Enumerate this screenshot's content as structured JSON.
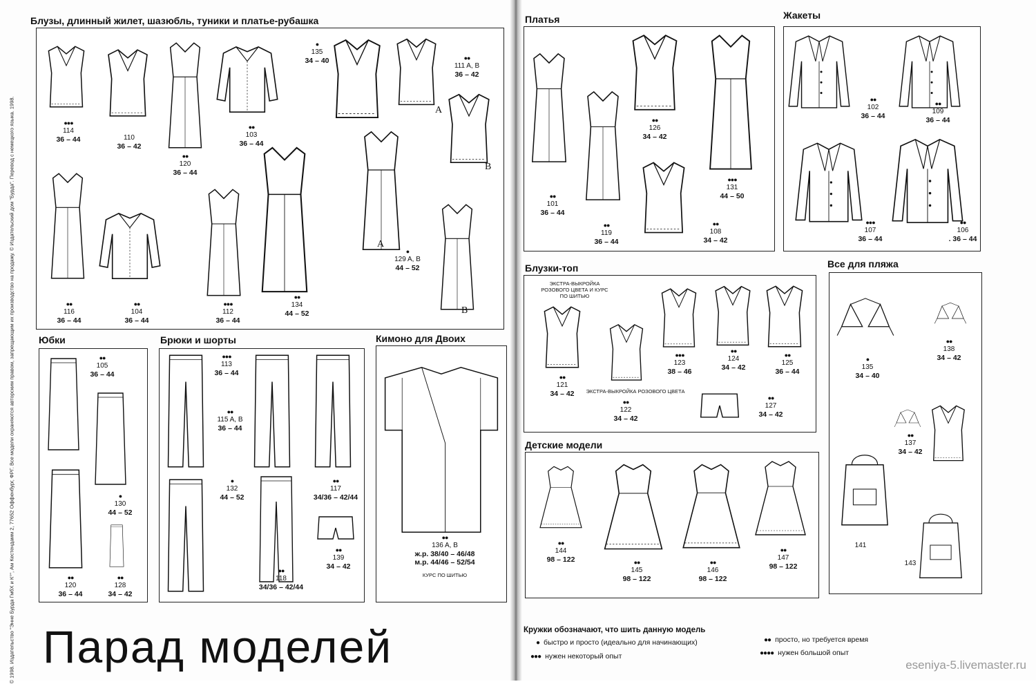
{
  "sections": {
    "blouses": "Блузы, длинный жилет, шазюбль, туники и платье-рубашка",
    "dresses": "Платья",
    "jackets": "Жакеты",
    "skirts": "Юбки",
    "trousers": "Брюки и шорты",
    "kimono": "Кимоно для Двоих",
    "tops": "Блузки-топ",
    "beach": "Все для пляжа",
    "kids": "Детские модели"
  },
  "items": {
    "m114": {
      "dots": "●●●",
      "num": "114",
      "size": "36 – 44"
    },
    "m110": {
      "dots": "",
      "num": "110",
      "size": "36 – 42"
    },
    "m120a": {
      "dots": "●●",
      "num": "120",
      "size": "36 – 44"
    },
    "m103": {
      "dots": "●●",
      "num": "103",
      "size": "36 – 44"
    },
    "m135a": {
      "dots": "●",
      "num": "135",
      "size": "34 – 40"
    },
    "m111": {
      "dots": "●●",
      "num": "111 A, B",
      "size": "36 – 42"
    },
    "m116": {
      "dots": "●●",
      "num": "116",
      "size": "36 – 44"
    },
    "m104": {
      "dots": "●●",
      "num": "104",
      "size": "36 – 44"
    },
    "m112": {
      "dots": "●●●",
      "num": "112",
      "size": "36 – 44"
    },
    "m134": {
      "dots": "●●",
      "num": "134",
      "size": "44 – 52"
    },
    "m129": {
      "dots": "●",
      "num": "129 A, B",
      "size": "44 – 52"
    },
    "m101": {
      "dots": "●●",
      "num": "101",
      "size": "36 – 44"
    },
    "m119": {
      "dots": "●●",
      "num": "119",
      "size": "36 – 44"
    },
    "m126": {
      "dots": "●●",
      "num": "126",
      "size": "34 – 42"
    },
    "m131": {
      "dots": "●●●",
      "num": "131",
      "size": "44 – 50"
    },
    "m108": {
      "dots": "●●",
      "num": "108",
      "size": "34 – 42"
    },
    "m102": {
      "dots": "●●",
      "num": "102",
      "size": "36 – 44"
    },
    "m109": {
      "dots": "●●",
      "num": "109",
      "size": "36 – 44"
    },
    "m107": {
      "dots": "●●●",
      "num": "107",
      "size": "36 – 44"
    },
    "m106": {
      "dots": "●●",
      "num": "106",
      "size": ". 36 – 44"
    },
    "m105": {
      "dots": "●●",
      "num": "105",
      "size": "36 – 44"
    },
    "m130": {
      "dots": "●",
      "num": "130",
      "size": "44 – 52"
    },
    "m120b": {
      "dots": "●●",
      "num": "120",
      "size": "36 – 44"
    },
    "m128": {
      "dots": "●●",
      "num": "128",
      "size": "34 – 42"
    },
    "m113": {
      "dots": "●●●",
      "num": "113",
      "size": "36 – 44"
    },
    "m115": {
      "dots": "●●",
      "num": "115 A, B",
      "size": "36 – 44"
    },
    "m132": {
      "dots": "●",
      "num": "132",
      "size": "44 – 52"
    },
    "m117": {
      "dots": "●●",
      "num": "117",
      "size": "34/36 – 42/44"
    },
    "m118": {
      "dots": "●●",
      "num": "118",
      "size": "34/36 – 42/44"
    },
    "m139": {
      "dots": "●●",
      "num": "139",
      "size": "34 – 42"
    },
    "m136": {
      "dots": "●●",
      "num": "136 A, B",
      "size": "ж.р. 38/40 – 46/48",
      "size2": "м.р. 44/46 – 52/54"
    },
    "m121": {
      "dots": "●●",
      "num": "121",
      "size": "34 – 42"
    },
    "m123": {
      "dots": "●●●",
      "num": "123",
      "size": "38 – 46"
    },
    "m124": {
      "dots": "●●",
      "num": "124",
      "size": "34 – 42"
    },
    "m125": {
      "dots": "●●",
      "num": "125",
      "size": "36 – 44"
    },
    "m122": {
      "dots": "●●",
      "num": "122",
      "size": "34 – 42"
    },
    "m127": {
      "dots": "●●",
      "num": "127",
      "size": "34 – 42"
    },
    "m135b": {
      "dots": "●",
      "num": "135",
      "size": "34 – 40"
    },
    "m138": {
      "dots": "●●",
      "num": "138",
      "size": "34 – 42"
    },
    "m137": {
      "dots": "●●",
      "num": "137",
      "size": "34 – 42"
    },
    "m141": {
      "dots": "",
      "num": "141",
      "size": ""
    },
    "m143": {
      "dots": "",
      "num": "143",
      "size": ""
    },
    "m144": {
      "dots": "●●",
      "num": "144",
      "size": "98 – 122"
    },
    "m145": {
      "dots": "●●",
      "num": "145",
      "size": "98 – 122"
    },
    "m146": {
      "dots": "●●",
      "num": "146",
      "size": "98 – 122"
    },
    "m147": {
      "dots": "●●",
      "num": "147",
      "size": "98 – 122"
    }
  },
  "variants": {
    "a": "A",
    "b": "B"
  },
  "notes": {
    "tops_extra_1": "ЭКСТРА-ВЫКРОЙКА РОЗОВОГО ЦВЕТА И КУРС ПО ШИТЬЮ",
    "tops_extra_2": "ЭКСТРА-ВЫКРОЙКА РОЗОВОГО ЦВЕТА",
    "kimono_course": "КУРС ПО ШИТЬЮ"
  },
  "credit": "© 1998. Издательство \"Энне Бурда ГмбХ и К°\", Ам Кестендамм 2, 77652 Оффенбург, ФРГ. Все модели охраняются авторским правом, запрещающим их производство на продажу. © Издательский дом \"Бурда\". Перевод с немецкого языка. 1998.",
  "page_title": "Парад моделей",
  "legend": {
    "title": "Кружки обозначают, что шить данную модель",
    "rows": [
      {
        "dots": "●",
        "text": "быстро и просто (идеально для начинающих)"
      },
      {
        "dots": "●●",
        "text": "просто, но требуется время"
      },
      {
        "dots": "●●●",
        "text": "нужен некоторый опыт"
      },
      {
        "dots": "●●●●",
        "text": "нужен большой опыт"
      }
    ]
  },
  "watermark": "eseniya-5.livemaster.ru"
}
